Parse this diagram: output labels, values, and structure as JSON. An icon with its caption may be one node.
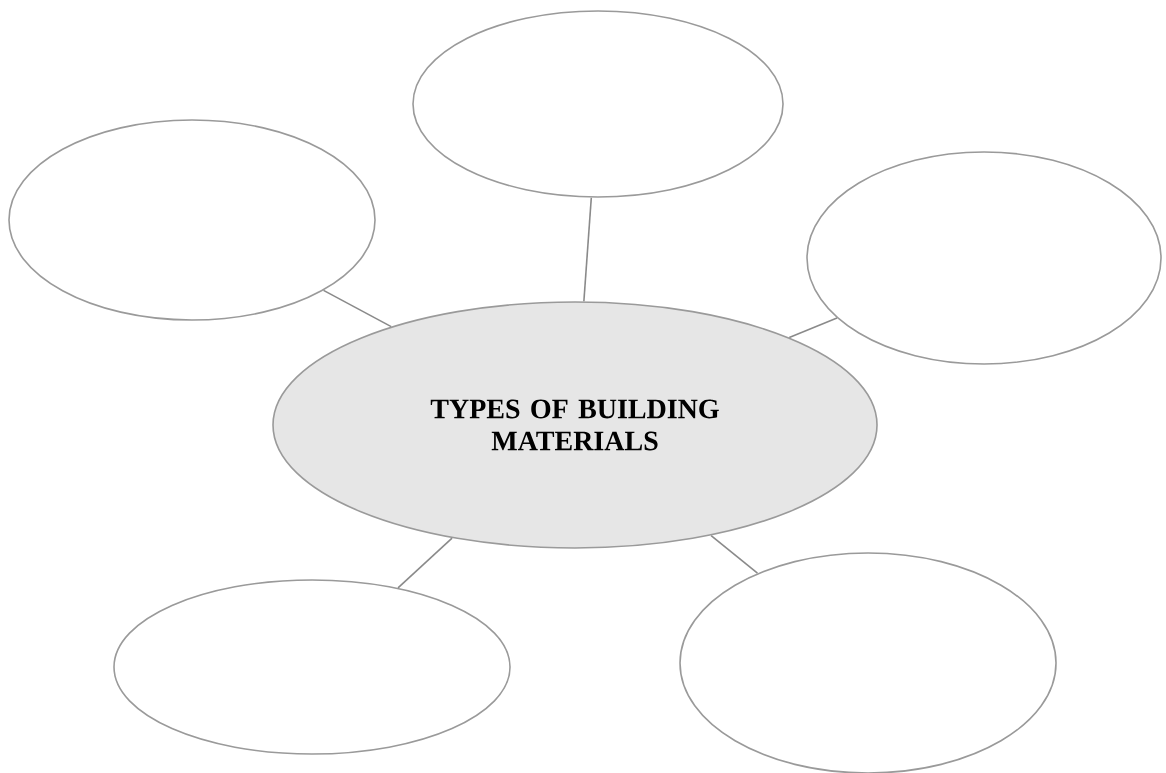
{
  "diagram": {
    "nodes": [
      {
        "text": [
          "TYPES OF BUILDING MATERIALS"
        ]
      },
      {
        "text": [],
        "shape": "ellipse"
      },
      {
        "text": [],
        "shape": "ellipse"
      },
      {
        "text": [],
        "shape": "ellipse"
      },
      {
        "text": [],
        "shape": "ellipse"
      },
      {
        "text": [],
        "shape": "ellipse"
      }
    ],
    "edges": [
      {
        "from": 0,
        "to": 1,
        "arrow": "none"
      },
      {
        "from": 0,
        "to": 2,
        "arrow": "none"
      },
      {
        "from": 0,
        "to": 3,
        "arrow": "none"
      },
      {
        "from": 0,
        "to": 4,
        "arrow": "none"
      },
      {
        "from": 0,
        "to": 5,
        "arrow": "none"
      }
    ]
  }
}
